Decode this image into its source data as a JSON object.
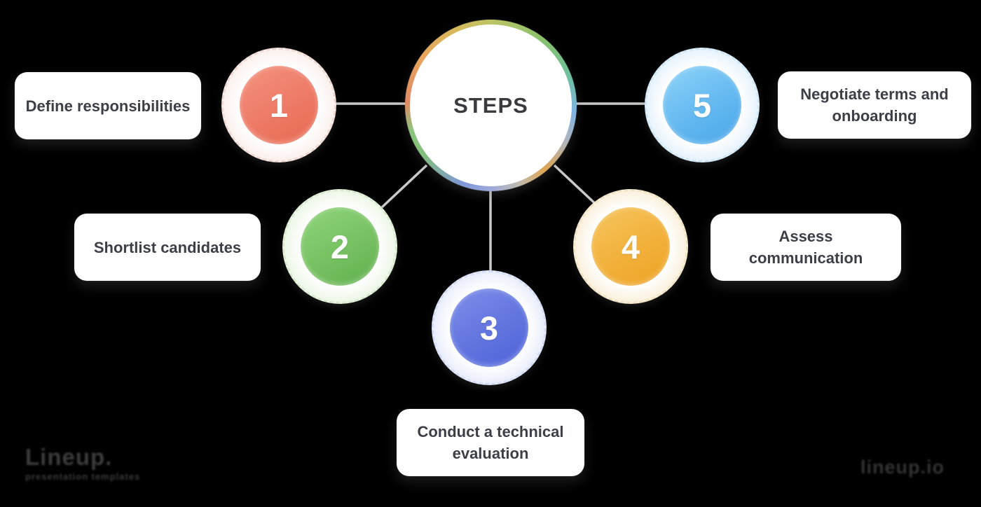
{
  "title": "STEPS",
  "steps": [
    {
      "number": "1",
      "label": "Define responsibilities",
      "colors": {
        "main": "#ED7A66",
        "light": "#F4937F",
        "dark": "#E66A52",
        "ring": "#FBF0ED",
        "dash": "#EFD8D2"
      }
    },
    {
      "number": "2",
      "label": "Shortlist candidates",
      "colors": {
        "main": "#77C162",
        "light": "#90D57D",
        "dark": "#5FAE4B",
        "ring": "#EDF6E7",
        "dash": "#D8EACD"
      }
    },
    {
      "number": "3",
      "label": "Conduct a technical evaluation",
      "colors": {
        "main": "#6174DF",
        "light": "#7E8FE9",
        "dark": "#4F63D9",
        "ring": "#E9EDFB",
        "dash": "#D4DCF6"
      }
    },
    {
      "number": "4",
      "label": "Assess communication",
      "colors": {
        "main": "#F2B13B",
        "light": "#F6C55F",
        "dark": "#EDA223",
        "ring": "#FAF0DC",
        "dash": "#F0E2C3"
      }
    },
    {
      "number": "5",
      "label": "Negotiate terms and onboarding",
      "colors": {
        "main": "#64B9F0",
        "light": "#8FD3F9",
        "dark": "#47A5E9",
        "ring": "#E6F2FC",
        "dash": "#D0E7F7"
      }
    }
  ],
  "connector_color": "#C9C9C9",
  "background_color": "#000000",
  "box_background": "#FFFFFF",
  "label_text_color": "#3E3E48",
  "watermarks": {
    "left_title": "Lineup.",
    "left_tagline": "presentation templates",
    "right_text": "lineup.io"
  }
}
